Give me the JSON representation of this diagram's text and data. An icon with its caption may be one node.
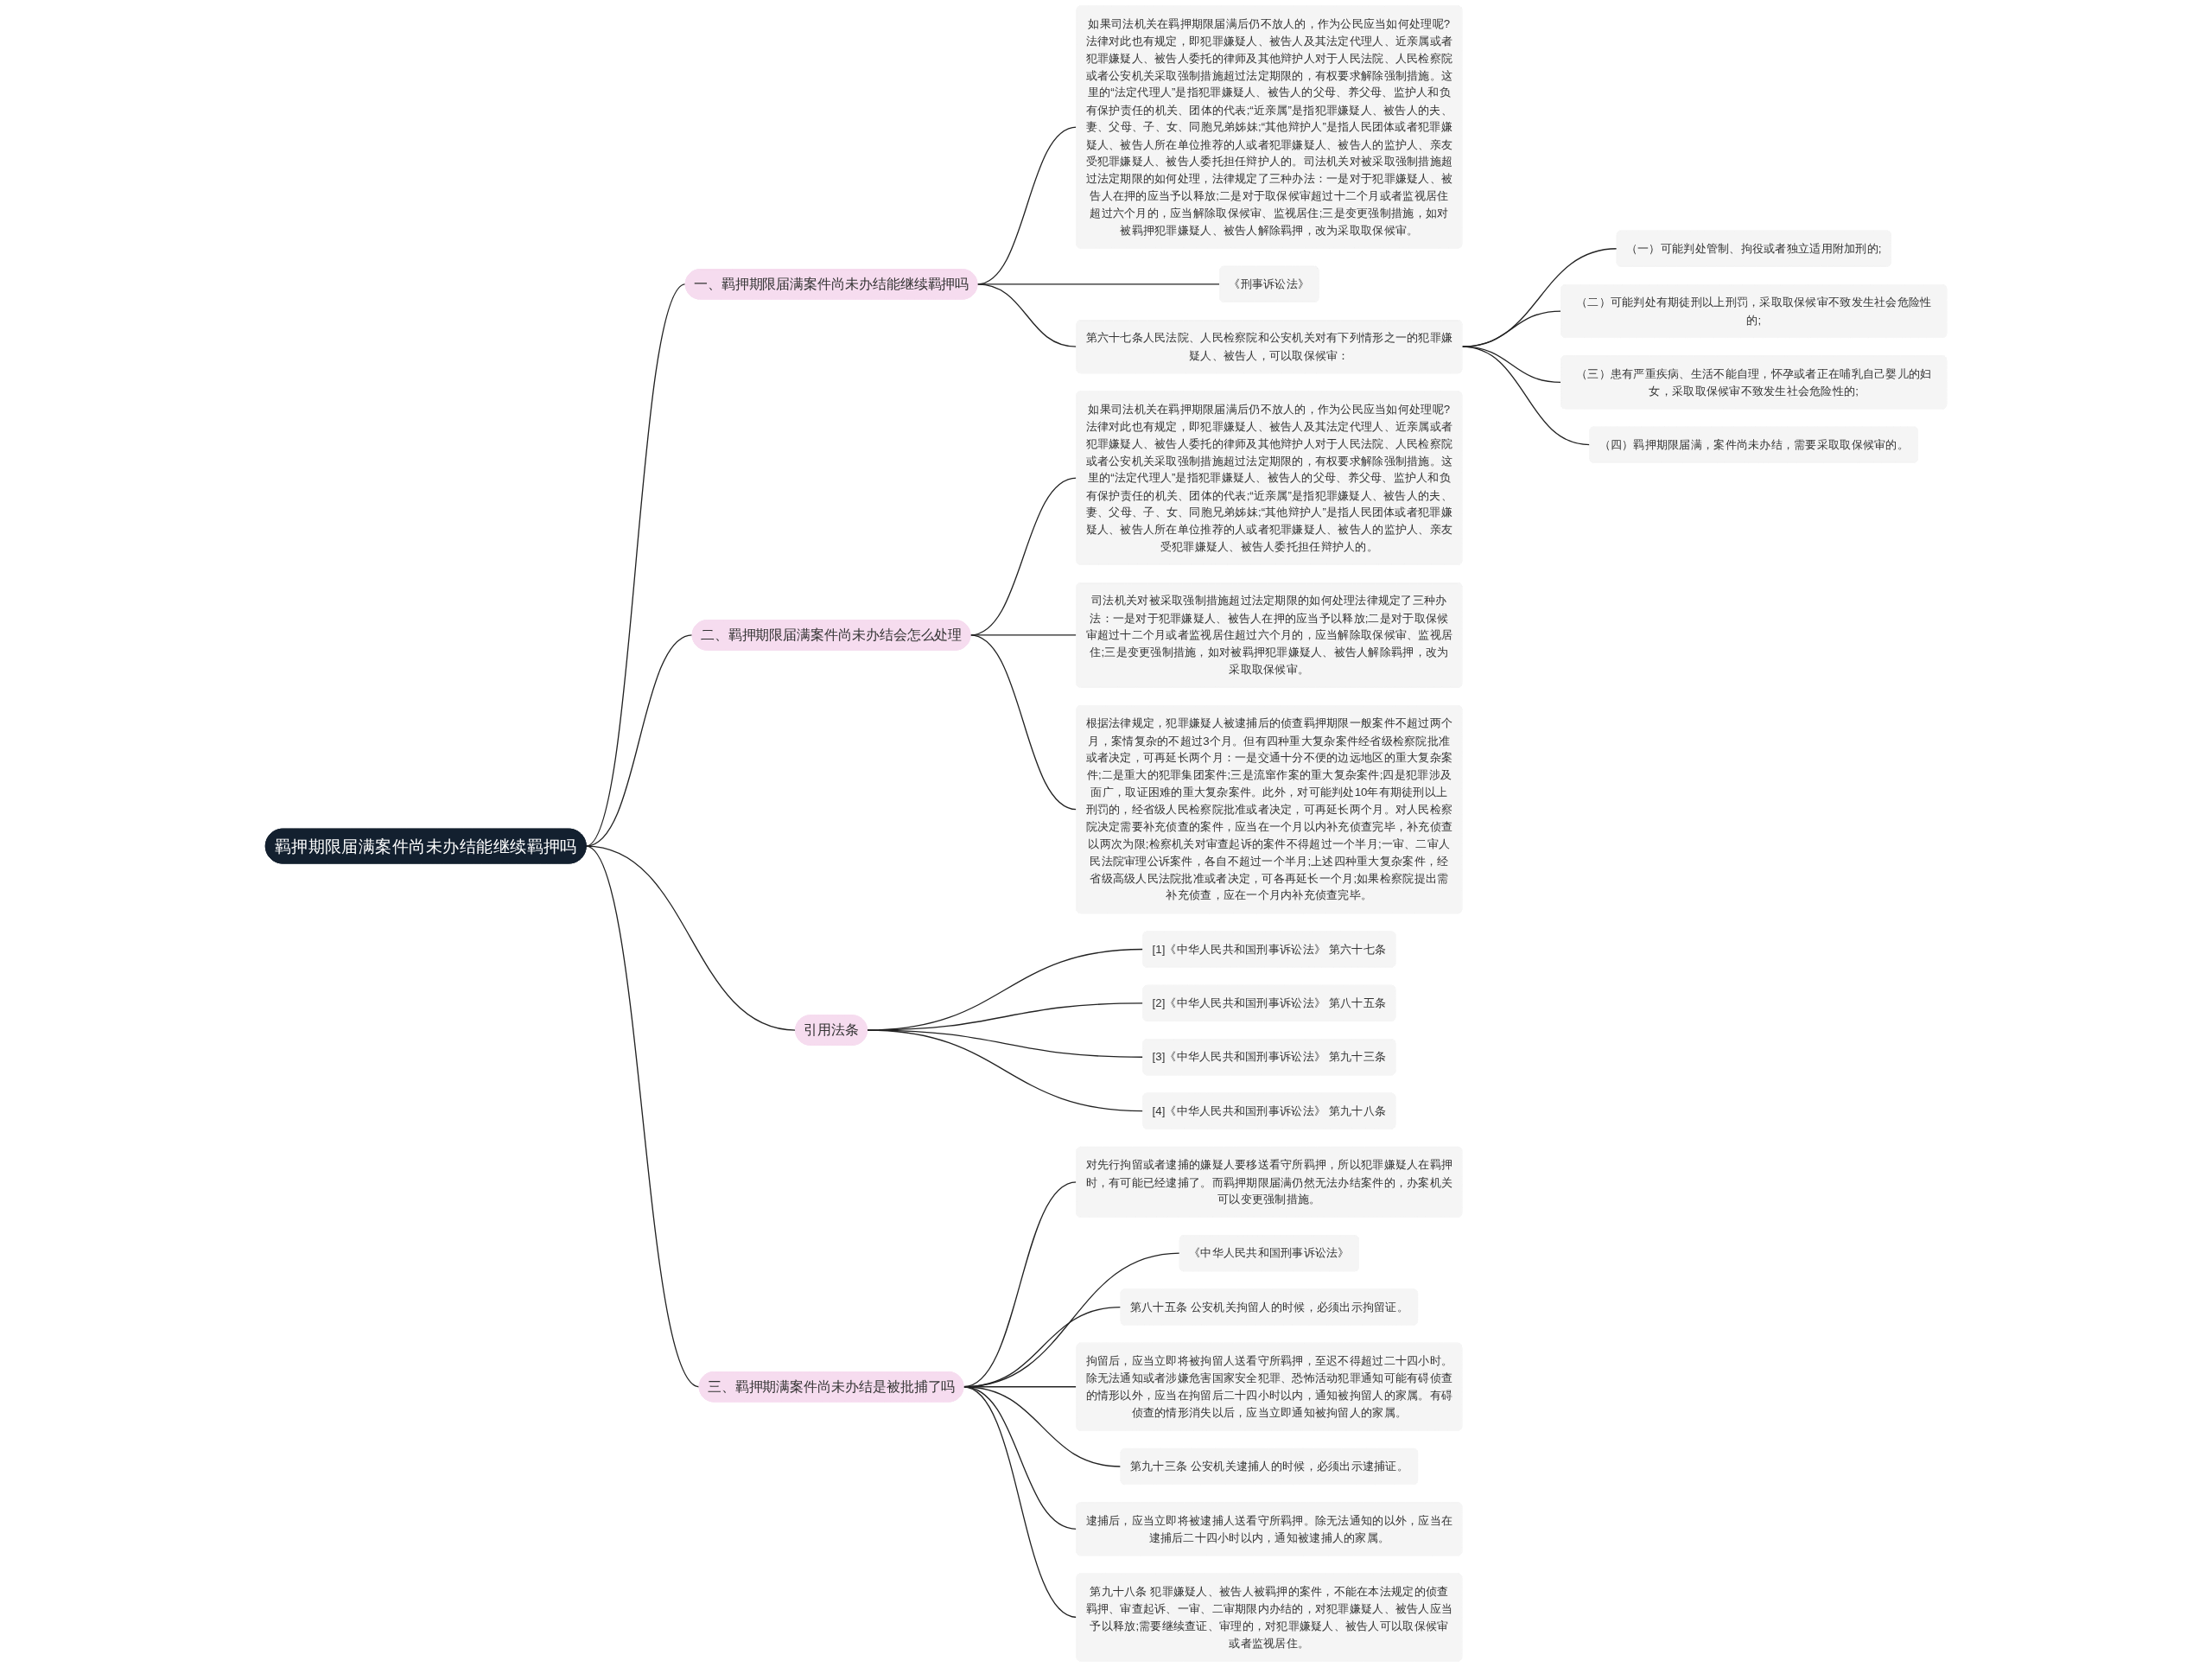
{
  "diagram": {
    "nodes": [
      {
        "text": [
          "羁押期限届满案件尚未办结能继续羁押吗"
        ]
      },
      {
        "text": [
          "一、羁押期限届满案件尚未办结能继续羁押吗"
        ]
      },
      {
        "text": [
          "如果司法机关在羁押期限届满后仍不放人的，作为公民应当如何处理呢?法律对此也有规定，即犯罪嫌疑人、被告人及其法定代理人、近亲属或者犯罪嫌疑人、被告人委托的律师及其他辩护人对于人民法院、人民检察院或者公安机关采取强制措施超过法定期限的，有权要求解除强制措施。这里的“法定代理人”是指犯罪嫌疑人、被告人的父母、养父母、监护人和负有保护责任的机关、团体的代表;“近亲属”是指犯罪嫌疑人、被告人的夫、妻、父母、子、女、同胞兄弟姊妹;“其他辩护人”是指人民团体或者犯罪嫌疑人、被告人所在单位推荐的人或者犯罪嫌疑人、被告人的监护人、亲友受犯罪嫌疑人、被告人委托担任辩护人的。司法机关对被采取强制措施超过法定期限的如何处理，法律规定了三种办法：一是对于犯罪嫌疑人、被告人在押的应当予以释放;二是对于取保候审超过十二个月或者监视居住超过六个月的，应当解除取保候审、监视居住;三是变更强制措施，如对被羁押犯罪嫌疑人、被告人解除羁押，改为采取取保候审。"
        ]
      },
      {
        "text": [
          "《刑事诉讼法》"
        ]
      },
      {
        "text": [
          "第六十七条人民法院、人民检察院和公安机关对有下列情形之一的犯罪嫌疑人、被告人，可以取保候审："
        ]
      },
      {
        "text": [
          "（一）可能判处管制、拘役或者独立适用附加刑的;"
        ]
      },
      {
        "text": [
          "（二）可能判处有期徒刑以上刑罚，采取取保候审不致发生社会危险性的;"
        ]
      },
      {
        "text": [
          "（三）患有严重疾病、生活不能自理，怀孕或者正在哺乳自己婴儿的妇女，采取取保候审不致发生社会危险性的;"
        ]
      },
      {
        "text": [
          "（四）羁押期限届满，案件尚未办结，需要采取取保候审的。"
        ]
      },
      {
        "text": [
          "二、羁押期限届满案件尚未办结会怎么处理"
        ]
      },
      {
        "text": [
          "如果司法机关在羁押期限届满后仍不放人的，作为公民应当如何处理呢?法律对此也有规定，即犯罪嫌疑人、被告人及其法定代理人、近亲属或者犯罪嫌疑人、被告人委托的律师及其他辩护人对于人民法院、人民检察院或者公安机关采取强制措施超过法定期限的，有权要求解除强制措施。这里的“法定代理人”是指犯罪嫌疑人、被告人的父母、养父母、监护人和负有保护责任的机关、团体的代表;“近亲属”是指犯罪嫌疑人、被告人的夫、妻、父母、子、女、同胞兄弟姊妹;“其他辩护人”是指人民团体或者犯罪嫌疑人、被告人所在单位推荐的人或者犯罪嫌疑人、被告人的监护人、亲友受犯罪嫌疑人、被告人委托担任辩护人的。"
        ]
      },
      {
        "text": [
          "司法机关对被采取强制措施超过法定期限的如何处理法律规定了三种办法：一是对于犯罪嫌疑人、被告人在押的应当予以释放;二是对于取保候审超过十二个月或者监视居住超过六个月的，应当解除取保候审、监视居住;三是变更强制措施，如对被羁押犯罪嫌疑人、被告人解除羁押，改为采取取保候审。"
        ]
      },
      {
        "text": [
          "根据法律规定，犯罪嫌疑人被逮捕后的侦查羁押期限一般案件不超过两个月，案情复杂的不超过3个月。但有四种重大复杂案件经省级检察院批准或者决定，可再延长两个月：一是交通十分不便的边远地区的重大复杂案件;二是重大的犯罪集团案件;三是流窜作案的重大复杂案件;四是犯罪涉及面广，取证困难的重大复杂案件。此外，对可能判处10年有期徒刑以上刑罚的，经省级人民检察院批准或者决定，可再延长两个月。对人民检察院决定需要补充侦查的案件，应当在一个月以内补充侦查完毕，补充侦查以两次为限;检察机关对审查起诉的案件不得超过一个半月;一审、二审人民法院审理公诉案件，各自不超过一个半月;上述四种重大复杂案件，经省级高级人民法院批准或者决定，可各再延长一个月;如果检察院提出需补充侦查，应在一个月内补充侦查完毕。"
        ]
      },
      {
        "text": [
          "引用法条"
        ]
      },
      {
        "text": [
          "[1]《中华人民共和国刑事诉讼法》 第六十七条"
        ]
      },
      {
        "text": [
          "[2]《中华人民共和国刑事诉讼法》 第八十五条"
        ]
      },
      {
        "text": [
          "[3]《中华人民共和国刑事诉讼法》 第九十三条"
        ]
      },
      {
        "text": [
          "[4]《中华人民共和国刑事诉讼法》 第九十八条"
        ]
      },
      {
        "text": [
          "三、羁押期满案件尚未办结是被批捕了吗"
        ]
      },
      {
        "text": [
          "对先行拘留或者逮捕的嫌疑人要移送看守所羁押，所以犯罪嫌疑人在羁押时，有可能已经逮捕了。而羁押期限届满仍然无法办结案件的，办案机关可以变更强制措施。"
        ]
      },
      {
        "text": [
          "《中华人民共和国刑事诉讼法》"
        ]
      },
      {
        "text": [
          "第八十五条 公安机关拘留人的时候，必须出示拘留证。"
        ]
      },
      {
        "text": [
          "拘留后，应当立即将被拘留人送看守所羁押，至迟不得超过二十四小时。除无法通知或者涉嫌危害国家安全犯罪、恐怖活动犯罪通知可能有碍侦查的情形以外，应当在拘留后二十四小时以内，通知被拘留人的家属。有碍侦查的情形消失以后，应当立即通知被拘留人的家属。"
        ]
      },
      {
        "text": [
          "第九十三条 公安机关逮捕人的时候，必须出示逮捕证。"
        ]
      },
      {
        "text": [
          "逮捕后，应当立即将被逮捕人送看守所羁押。除无法通知的以外，应当在逮捕后二十四小时以内，通知被逮捕人的家属。"
        ]
      },
      {
        "text": [
          "第九十八条 犯罪嫌疑人、被告人被羁押的案件，不能在本法规定的侦查羁押、审查起诉、一审、二审期限内办结的，对犯罪嫌疑人、被告人应当予以释放;需要继续查证、审理的，对犯罪嫌疑人、被告人可以取保候审或者监视居住。"
        ]
      }
    ],
    "edges": [
      {
        "from": 0,
        "to": 1,
        "arrow": "none"
      },
      {
        "from": 1,
        "to": 2,
        "arrow": "none"
      },
      {
        "from": 1,
        "to": 3,
        "arrow": "none"
      },
      {
        "from": 1,
        "to": 4,
        "arrow": "none"
      },
      {
        "from": 4,
        "to": 5,
        "arrow": "none"
      },
      {
        "from": 4,
        "to": 6,
        "arrow": "none"
      },
      {
        "from": 4,
        "to": 7,
        "arrow": "none"
      },
      {
        "from": 4,
        "to": 8,
        "arrow": "none"
      },
      {
        "from": 0,
        "to": 9,
        "arrow": "none"
      },
      {
        "from": 9,
        "to": 10,
        "arrow": "none"
      },
      {
        "from": 9,
        "to": 11,
        "arrow": "none"
      },
      {
        "from": 9,
        "to": 12,
        "arrow": "none"
      },
      {
        "from": 0,
        "to": 13,
        "arrow": "none"
      },
      {
        "from": 13,
        "to": 14,
        "arrow": "none"
      },
      {
        "from": 13,
        "to": 15,
        "arrow": "none"
      },
      {
        "from": 13,
        "to": 16,
        "arrow": "none"
      },
      {
        "from": 13,
        "to": 17,
        "arrow": "none"
      },
      {
        "from": 0,
        "to": 18,
        "arrow": "none"
      },
      {
        "from": 18,
        "to": 19,
        "arrow": "none"
      },
      {
        "from": 18,
        "to": 20,
        "arrow": "none"
      },
      {
        "from": 18,
        "to": 21,
        "arrow": "none"
      },
      {
        "from": 18,
        "to": 22,
        "arrow": "none"
      },
      {
        "from": 18,
        "to": 23,
        "arrow": "none"
      },
      {
        "from": 18,
        "to": 24,
        "arrow": "none"
      },
      {
        "from": 18,
        "to": 25,
        "arrow": "none"
      }
    ]
  }
}
